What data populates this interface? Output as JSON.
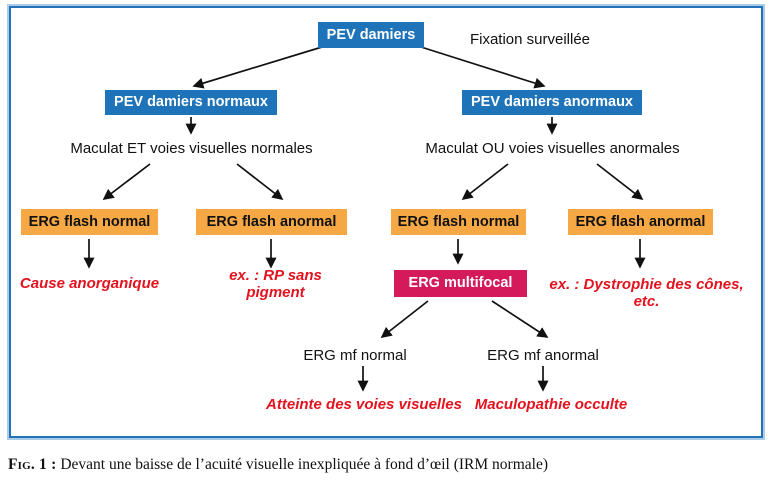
{
  "colors": {
    "blue": "#1E73B9",
    "orange": "#F6A845",
    "crimson": "#D41A5B",
    "red_text": "#E2131F",
    "frame_border": "#2372B7"
  },
  "flowchart": {
    "root": "PEV damiers",
    "root_note": "Fixation surveillée",
    "level2_left": "PEV damiers normaux",
    "level2_right": "PEV damiers anormaux",
    "condition_left": "Maculat ET voies visuelles normales",
    "condition_right": "Maculat OU voies visuelles anormales",
    "erg_boxes": [
      "ERG flash normal",
      "ERG flash anormal",
      "ERG flash normal",
      "ERG flash anormal"
    ],
    "outcome_anorganic": "Cause anorganique",
    "outcome_rp": "ex. : RP sans pigment",
    "multifocal": "ERG multifocal",
    "outcome_cones": "ex. : Dystrophie des cônes, etc.",
    "mf_normal": "ERG mf normal",
    "mf_abnormal": "ERG mf anormal",
    "outcome_pathways": "Atteinte des voies visuelles",
    "outcome_maculopathy": "Maculopathie occulte"
  },
  "caption": {
    "prefix": "Fig. 1 :",
    "text": "Devant une baisse de l’acuité visuelle inexpliquée à fond d’œil (IRM normale)"
  }
}
